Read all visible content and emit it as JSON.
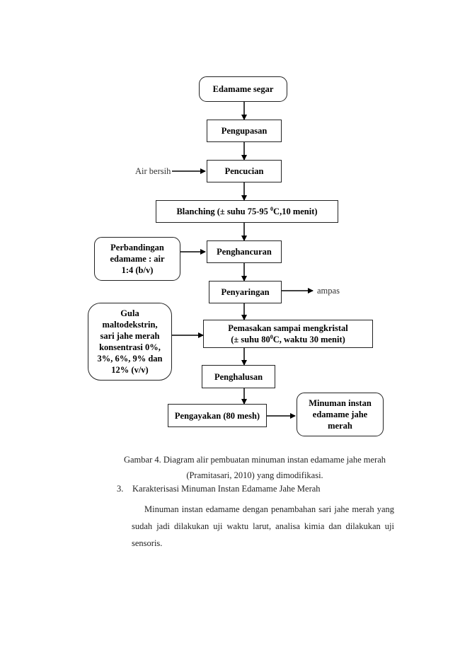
{
  "flowchart": {
    "start": "Edamame segar",
    "steps": {
      "pengupasan": "Pengupasan",
      "pencucian": "Pencucian",
      "blanching_pre": "Blanching (± suhu 75-95 ",
      "blanching_sup": "0",
      "blanching_post": "C,10 menit)",
      "penghancuran": "Penghancuran",
      "penyaringan": "Penyaringan",
      "pemasakan_line1": "Pemasakan sampai  mengkristal",
      "pemasakan_line2_pre": "(± suhu 80",
      "pemasakan_sup": "0",
      "pemasakan_line2_post": "C, waktu 30 menit)",
      "penghalusan": "Penghalusan",
      "pengayakan": "Pengayakan (80 mesh)"
    },
    "inputs": {
      "air_bersih": "Air bersih",
      "perbandingan_lines": [
        "Perbandingan",
        "edamame : air",
        "1:4 (b/v)"
      ],
      "gula_lines": [
        "Gula",
        "maltodekstrin,",
        "sari jahe merah",
        "konsentrasi 0%,",
        "3%, 6%, 9% dan",
        "12% (v/v)"
      ]
    },
    "outputs": {
      "ampas": "ampas",
      "result_lines": [
        "Minuman instan",
        "edamame jahe",
        "merah"
      ]
    }
  },
  "caption": {
    "line1": "Gambar 4. Diagram alir pembuatan minuman instan edamame jahe merah",
    "line2": "(Pramitasari, 2010) yang dimodifikasi."
  },
  "section": {
    "number": "3.",
    "title": "Karakterisasi Minuman Instan Edamame Jahe Merah",
    "paragraph": "Minuman instan edamame dengan penambahan sari jahe merah yang sudah jadi dilakukan uji waktu larut, analisa kimia dan dilakukan uji sensoris."
  }
}
